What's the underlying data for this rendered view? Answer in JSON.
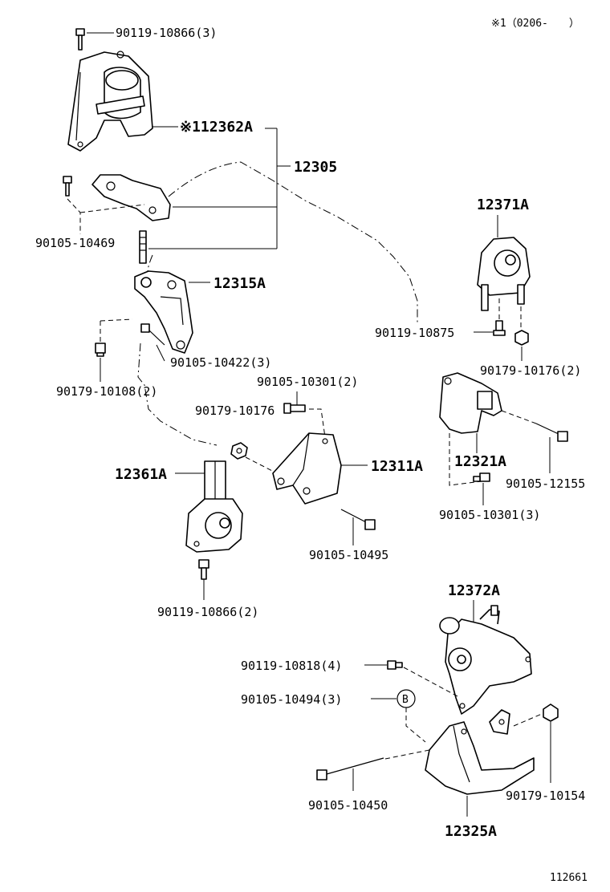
{
  "header": {
    "note": "※1（0206-　　）"
  },
  "footer": {
    "figure_id": "112661"
  },
  "labels": {
    "bolt_top": "90119-10866(3)",
    "mount_12362a": "※112362A",
    "assy_12305": "12305",
    "bolt_90105_10469": "90105-10469",
    "bracket_12315a": "12315A",
    "bolt_90105_10422": "90105-10422(3)",
    "nut_90179_10108": "90179-10108(2)",
    "bolt_90105_10301_2": "90105-10301(2)",
    "nut_90179_10176": "90179-10176",
    "mount_12361a": "12361A",
    "bracket_12311a": "12311A",
    "bolt_90105_10495": "90105-10495",
    "bolt_90119_10866_2": "90119-10866(2)",
    "mount_12371a": "12371A",
    "bolt_90119_10875": "90119-10875",
    "nut_90179_10176_2": "90179-10176(2)",
    "bracket_12321a": "12321A",
    "bolt_90105_12155": "90105-12155",
    "bolt_90105_10301_3": "90105-10301(3)",
    "mount_12372a": "12372A",
    "bolt_90119_10818": "90119-10818(4)",
    "bolt_90105_10494": "90105-10494(3)",
    "callout_b": "B",
    "nut_90179_10154": "90179-10154",
    "bolt_90105_10450": "90105-10450",
    "bracket_12325a": "12325A"
  },
  "icons": {
    "bolt": "bolt-icon",
    "nut": "nut-icon",
    "mount": "engine-mount-icon",
    "bracket": "bracket-icon"
  }
}
